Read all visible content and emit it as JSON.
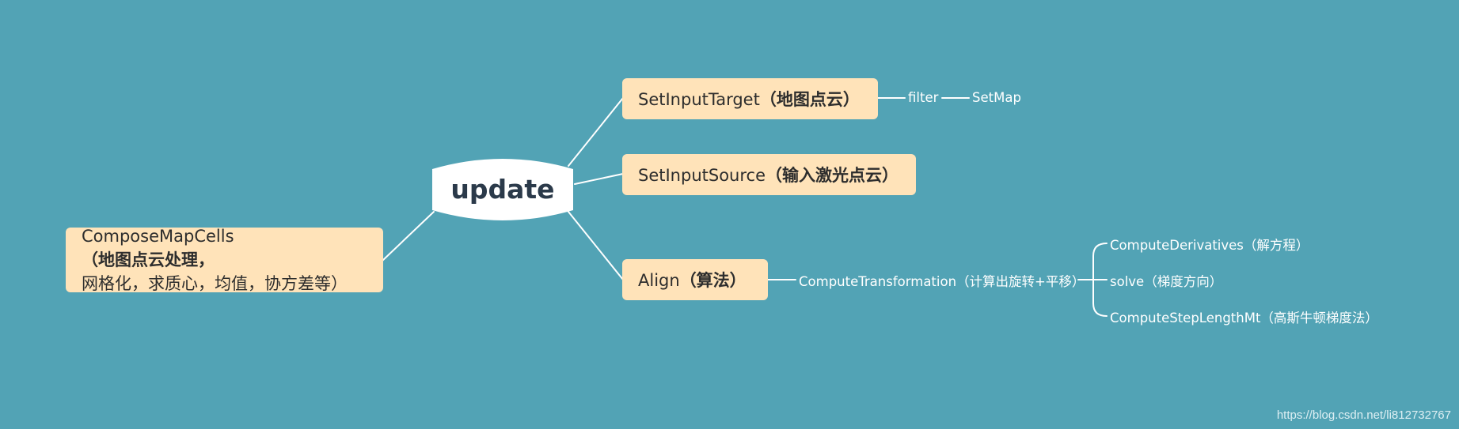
{
  "diagram": {
    "root": {
      "label": "update"
    },
    "nodes": {
      "set_input_target": "SetInputTarget（地图点云）",
      "set_input_source": "SetInputSource（输入激光点云）",
      "align": "Align（算法）",
      "compose_line1": "ComposeMapCells（地图点云处理，",
      "compose_line2": "网格化，求质心，均值，协方差等）"
    },
    "leaves": {
      "filter": "filter",
      "set_map": "SetMap",
      "compute_transformation": "ComputeTransformation（计算出旋转+平移）",
      "compute_derivatives": "ComputeDerivatives（解方程）",
      "solve": "solve（梯度方向）",
      "compute_step_length": "ComputeStepLengthMt（高斯牛顿梯度法）"
    },
    "colors": {
      "background": "#52A3B5",
      "node_fill": "#FFE3B9",
      "root_fill": "#FFFFFF",
      "line": "#FFFFFF"
    }
  },
  "watermark": "https://blog.csdn.net/li812732767"
}
